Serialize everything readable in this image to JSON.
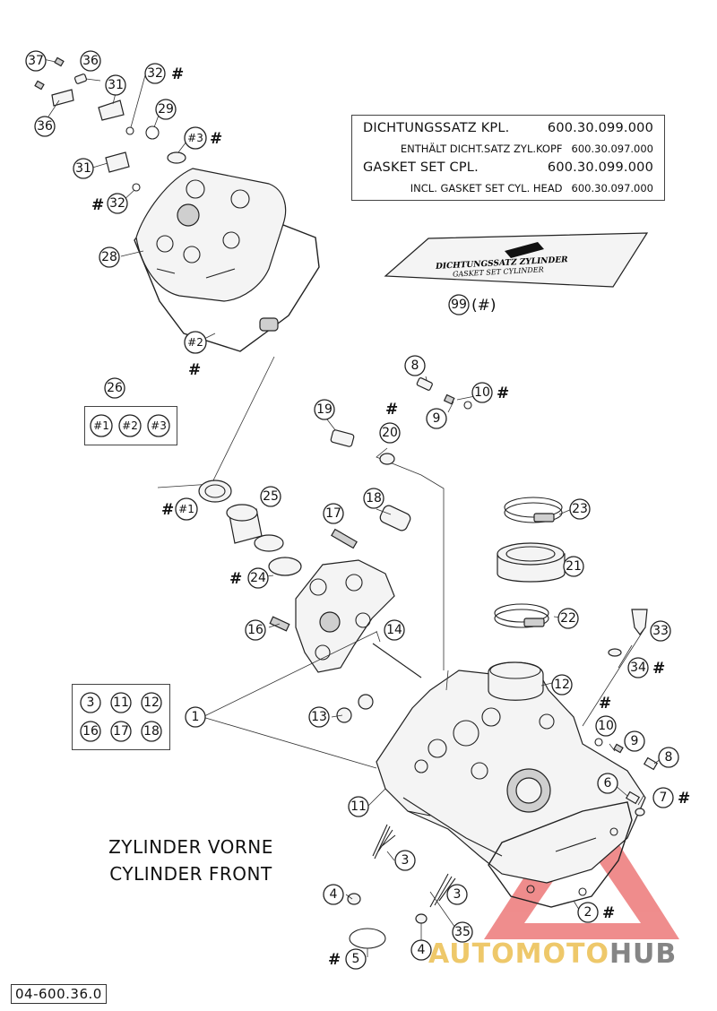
{
  "gasket_box": {
    "line1_label": "DICHTUNGSSATZ KPL.",
    "line1_number": "600.30.099.000",
    "line2_label": "ENTHÄLT DICHT.SATZ ZYL.KOPF",
    "line2_number": "600.30.097.000",
    "line3_label": "GASKET SET CPL.",
    "line3_number": "600.30.099.000",
    "line4_label": "INCL. GASKET SET CYL. HEAD",
    "line4_number": "600.30.097.000"
  },
  "gasket_package": {
    "line1": "DICHTUNGSSATZ ZYLINDER",
    "line2": "GASKET SET CYLINDER",
    "label": "(#)"
  },
  "callouts": {
    "c37": "37",
    "c36a": "36",
    "c36b": "36",
    "c31a": "31",
    "c31b": "31",
    "c32a": "32",
    "c32b": "32",
    "c29": "29",
    "c3h": "#3",
    "c28": "28",
    "c2h": "#2",
    "c26": "26",
    "c1h_set": "#1",
    "c2h_set": "#2",
    "c3h_set": "#3",
    "c99": "99",
    "c8a": "8",
    "c9a": "9",
    "c10a": "10",
    "c19": "19",
    "c20": "20",
    "c18": "18",
    "c23": "23",
    "c1h": "#1",
    "c25": "25",
    "c17": "17",
    "c21": "21",
    "c24": "24",
    "c22": "22",
    "c16": "16",
    "c14": "14",
    "c33": "33",
    "c34": "34",
    "c12": "12",
    "c1": "1",
    "c13": "13",
    "c10b": "10",
    "c9b": "9",
    "c8b": "8",
    "c6": "6",
    "c7": "7",
    "c11": "11",
    "c3a": "3",
    "c3b": "3",
    "c4a": "4",
    "c4b": "4",
    "c35": "35",
    "c2": "2",
    "c5": "5",
    "s3": "3",
    "s11": "11",
    "s12": "12",
    "s16": "16",
    "s17": "17",
    "s18": "18"
  },
  "hash": "#",
  "title": {
    "line1": "ZYLINDER VORNE",
    "line2": "CYLINDER FRONT"
  },
  "drawing_number": "04-600.36.0",
  "watermark": {
    "part1": "AUTOMOTO",
    "part2": "HUB",
    "color_red": "#e23030",
    "color_gold": "#ebbe50"
  }
}
